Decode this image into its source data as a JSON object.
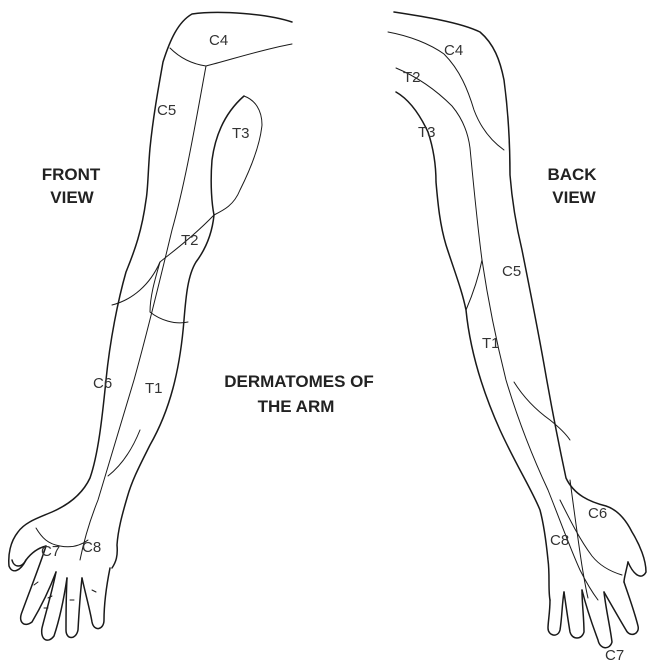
{
  "headings": {
    "front_line1": "FRONT",
    "front_line2": "VIEW",
    "back_line1": "BACK",
    "back_line2": "VIEW",
    "title_line1": "DERMATOMES OF",
    "title_line2": "THE ARM"
  },
  "front_labels": {
    "c4": "C4",
    "c5": "C5",
    "t3": "T3",
    "t2": "T2",
    "c6": "C6",
    "t1": "T1",
    "c7": "C7",
    "c8": "C8"
  },
  "back_labels": {
    "c4": "C4",
    "t2": "T2",
    "t3": "T3",
    "c5": "C5",
    "t1": "T1",
    "c6": "C6",
    "c8": "C8",
    "c7": "C7"
  },
  "colors": {
    "line": "#1a1a1a",
    "text": "#222222",
    "background": "#ffffff"
  }
}
